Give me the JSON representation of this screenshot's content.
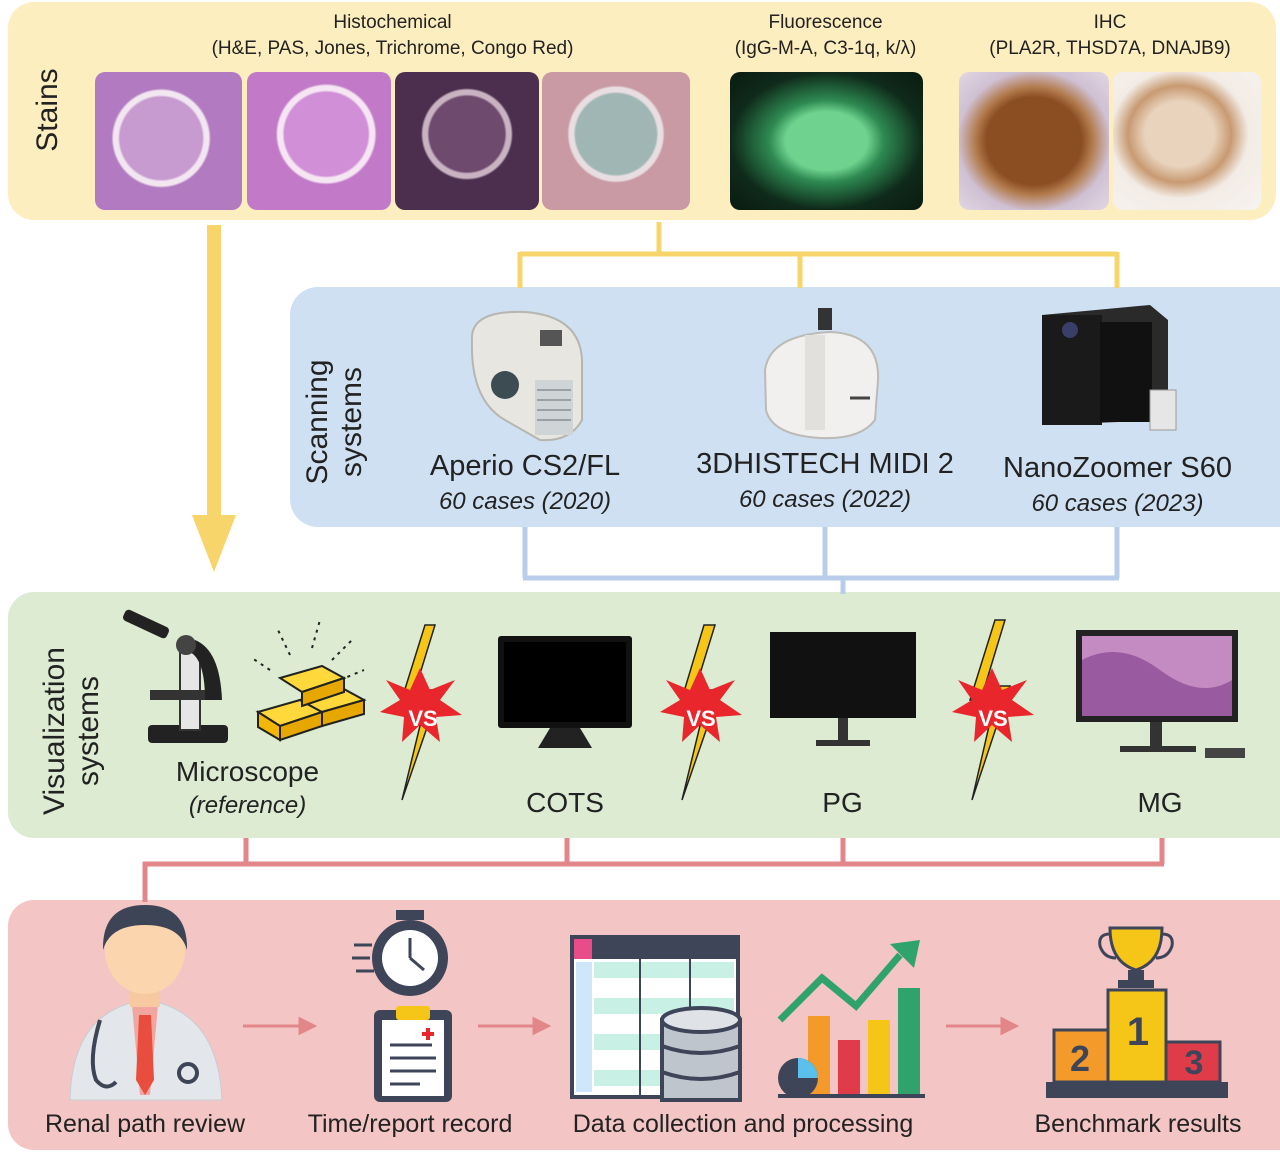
{
  "stains": {
    "label": "Stains",
    "groups": [
      {
        "title": "Histochemical",
        "subtitle": "(H&E, PAS, Jones, Trichrome, Congo Red)"
      },
      {
        "title": "Fluorescence",
        "subtitle": "(IgG-M-A, C3-1q, k/λ)"
      },
      {
        "title": "IHC",
        "subtitle": "(PLA2R, THSD7A, DNAJB9)"
      }
    ]
  },
  "scanning": {
    "label_line1": "Scanning",
    "label_line2": "systems",
    "systems": [
      {
        "name": "Aperio CS2/FL",
        "cases": "60 cases (2020)"
      },
      {
        "name": "3DHISTECH MIDI 2",
        "cases": "60 cases (2022)"
      },
      {
        "name": "NanoZoomer S60",
        "cases": "60 cases (2023)"
      }
    ]
  },
  "visualization": {
    "label_line1": "Visualization",
    "label_line2": "systems",
    "microscope": "Microscope",
    "microscope_note": "(reference)",
    "vs": "VS",
    "displays": [
      "COTS",
      "PG",
      "MG"
    ]
  },
  "workflow": {
    "steps": [
      "Renal path review",
      "Time/report record",
      "Data collection and processing",
      "Benchmark results"
    ],
    "podium": [
      "1",
      "2",
      "3"
    ]
  },
  "colors": {
    "stains_bg": "#fdeebf",
    "scan_bg": "#cfe0f3",
    "vis_bg": "#dcebd2",
    "review_bg": "#f3c6c5",
    "yellow_connector": "#f7d56a",
    "blue_connector": "#b9cdea",
    "red_connector": "#e3868a"
  }
}
